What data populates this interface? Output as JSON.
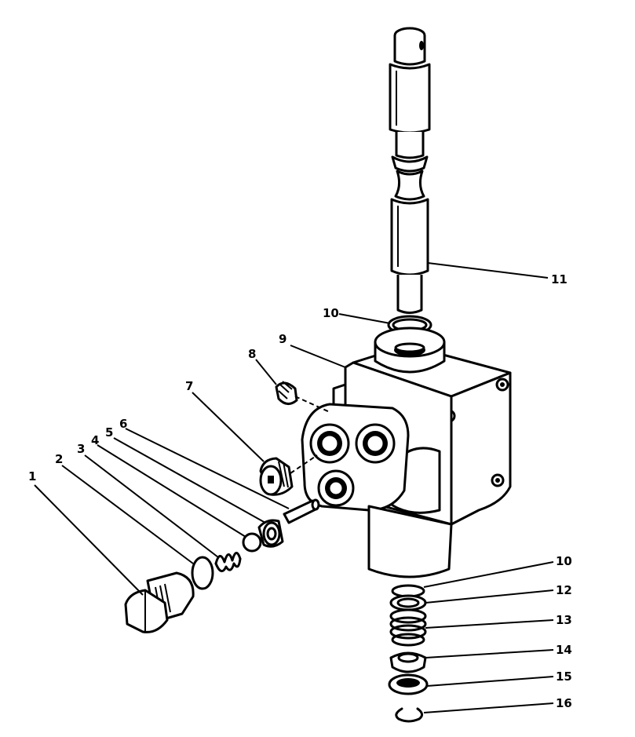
{
  "diagram": {
    "callouts": [
      {
        "id": "c1",
        "label": "1"
      },
      {
        "id": "c2",
        "label": "2"
      },
      {
        "id": "c3",
        "label": "3"
      },
      {
        "id": "c4",
        "label": "4"
      },
      {
        "id": "c5",
        "label": "5"
      },
      {
        "id": "c6",
        "label": "6"
      },
      {
        "id": "c7",
        "label": "7"
      },
      {
        "id": "c8",
        "label": "8"
      },
      {
        "id": "c9",
        "label": "9"
      },
      {
        "id": "c10a",
        "label": "10"
      },
      {
        "id": "c11",
        "label": "11"
      },
      {
        "id": "c10b",
        "label": "10"
      },
      {
        "id": "c12",
        "label": "12"
      },
      {
        "id": "c13",
        "label": "13"
      },
      {
        "id": "c14",
        "label": "14"
      },
      {
        "id": "c15",
        "label": "15"
      },
      {
        "id": "c16",
        "label": "16"
      }
    ]
  }
}
